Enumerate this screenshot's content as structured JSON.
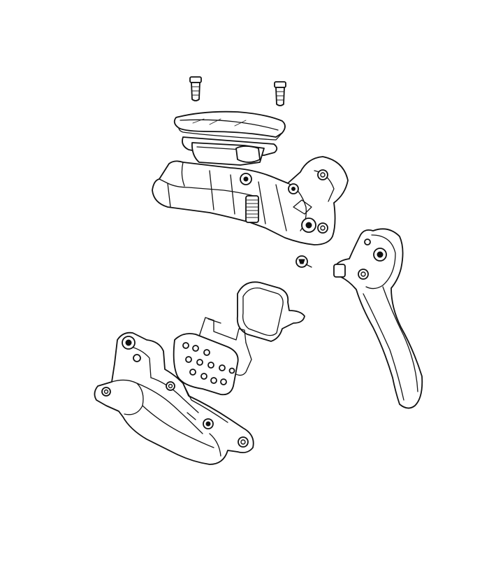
{
  "diagram": {
    "kind": "exploded-view",
    "style": "black line art on white",
    "colors": {
      "background": "#ffffff",
      "line": "#111111"
    },
    "parts": [
      {
        "id": "screw-left",
        "icon": "screw-icon"
      },
      {
        "id": "screw-right",
        "icon": "screw-icon"
      },
      {
        "id": "reservoir-cover",
        "icon": "cover-plate-icon"
      },
      {
        "id": "reservoir-diaphragm",
        "icon": "bladder-icon"
      },
      {
        "id": "master-cylinder",
        "icon": "brake-lever-body-icon"
      },
      {
        "id": "pivot-bolt",
        "icon": "bolt-icon"
      },
      {
        "id": "lever-blade",
        "icon": "lever-blade-icon"
      },
      {
        "id": "brake-pad-backing",
        "icon": "brake-pad-icon"
      },
      {
        "id": "pad-spring",
        "icon": "spring-clip-icon"
      },
      {
        "id": "brake-pad-with-holes",
        "icon": "brake-pad-icon"
      },
      {
        "id": "caliper",
        "icon": "caliper-icon"
      }
    ]
  }
}
